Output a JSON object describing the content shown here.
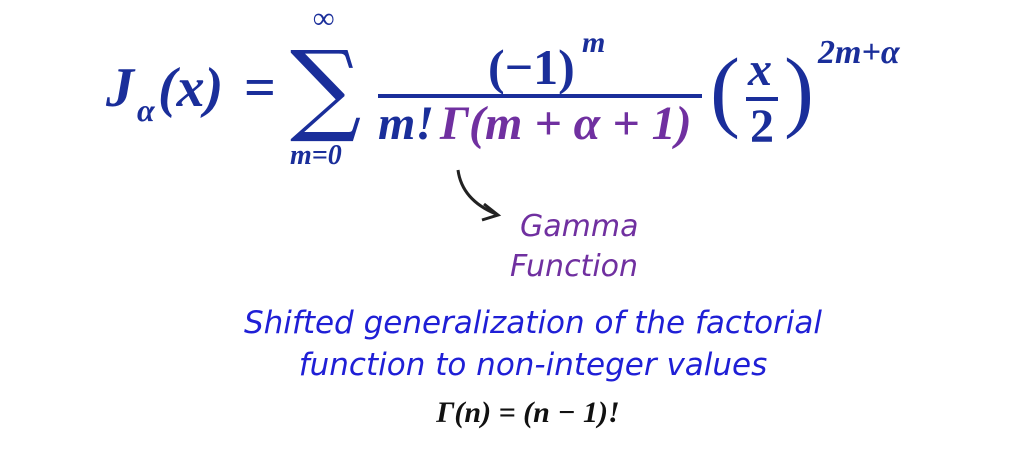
{
  "formula": {
    "lhs_func": "J",
    "lhs_sub": "α",
    "lhs_arg": "(x)",
    "equals": "=",
    "sum_symbol": "∑",
    "sum_upper": "∞",
    "sum_lower": "m=0",
    "numerator_base": "(−1)",
    "numerator_exp": "m",
    "denominator_factorial": "m!",
    "denominator_gamma": "Γ(m + α + 1)",
    "paren_open": "(",
    "paren_close": ")",
    "frac_num": "x",
    "frac_den": "2",
    "power": "2m+α"
  },
  "annotation": {
    "line1": "Gamma",
    "line2": "Function"
  },
  "description": {
    "line1": "Shifted generalization of the factorial",
    "line2": "function to non-integer values"
  },
  "identity": "Γ(n) = (n − 1)!",
  "colors": {
    "formula": "#1a2e9a",
    "gamma": "#7030a0",
    "description": "#1f1fd6",
    "identity": "#111111"
  }
}
